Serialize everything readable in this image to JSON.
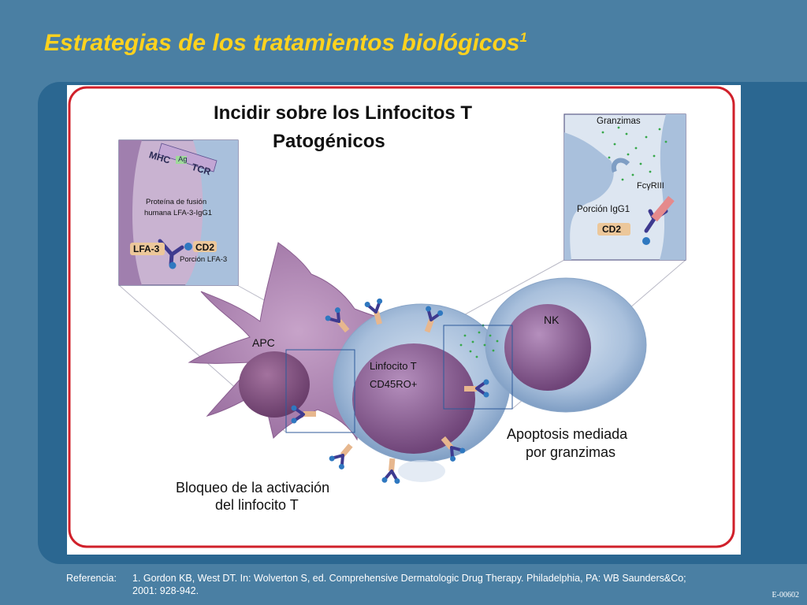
{
  "slide": {
    "title": "Estrategias de los tratamientos biológicos",
    "title_superscript": "1",
    "code": "E-00602"
  },
  "figure": {
    "heading_line1": "Incidir sobre los Linfocitos T",
    "heading_line2": "Patogénicos",
    "cells": {
      "apc": "APC",
      "t_cell_line1": "Linfocito T",
      "t_cell_line2": "CD45RO+",
      "nk": "NK"
    },
    "captions": {
      "left_line1": "Bloqueo de la activación",
      "left_line2": "del linfocito T",
      "right_line1": "Apoptosis mediada",
      "right_line2": "por granzimas"
    },
    "left_inset": {
      "mhc": "MHC",
      "ag": "Ag",
      "tcr": "TCR",
      "fusion_line1": "Proteína de fusión",
      "fusion_line2": "humana LFA-3-IgG1",
      "lfa3": "LFA-3",
      "cd2": "CD2",
      "lfa3_portion": "Porción LFA-3"
    },
    "right_inset": {
      "granzymes": "Granzimas",
      "fc_receptor": "FcγRIII",
      "igg1_portion": "Porción IgG1",
      "cd2": "CD2"
    }
  },
  "reference": {
    "label": "Referencia:",
    "text": "1.  Gordon KB, West DT. In: Wolverton S, ed. Comprehensive Dermatologic Drug Therapy. Philadelphia, PA: WB Saunders&Co; 2001: 928-942."
  },
  "colors": {
    "background": "#4a7fa3",
    "title": "#ffd21e",
    "band": "#2b6791",
    "frame_border": "#d0202a",
    "cell_purple": "#7a4e86",
    "cell_blue": "#a7bfdc"
  }
}
